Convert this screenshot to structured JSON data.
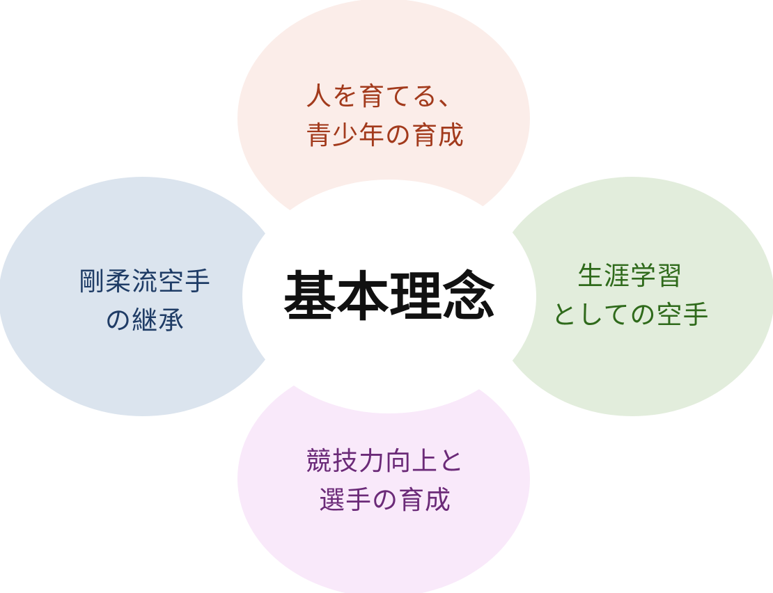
{
  "center": {
    "title": "基本理念"
  },
  "petals": {
    "top": {
      "line1": "人を育てる、",
      "line2": "青少年の育成",
      "fill": "#fbede9",
      "text_color": "#a23a1c"
    },
    "left": {
      "line1": "剛柔流空手",
      "line2": "の継承",
      "fill": "#dbe4ee",
      "text_color": "#1f3c66"
    },
    "right": {
      "line1": "生涯学習",
      "line2": "としての空手",
      "fill": "#e2eddc",
      "text_color": "#2f6a1b"
    },
    "bottom": {
      "line1": "競技力向上と",
      "line2": "選手の育成",
      "fill": "#f9e9fa",
      "text_color": "#6b2a78"
    }
  }
}
